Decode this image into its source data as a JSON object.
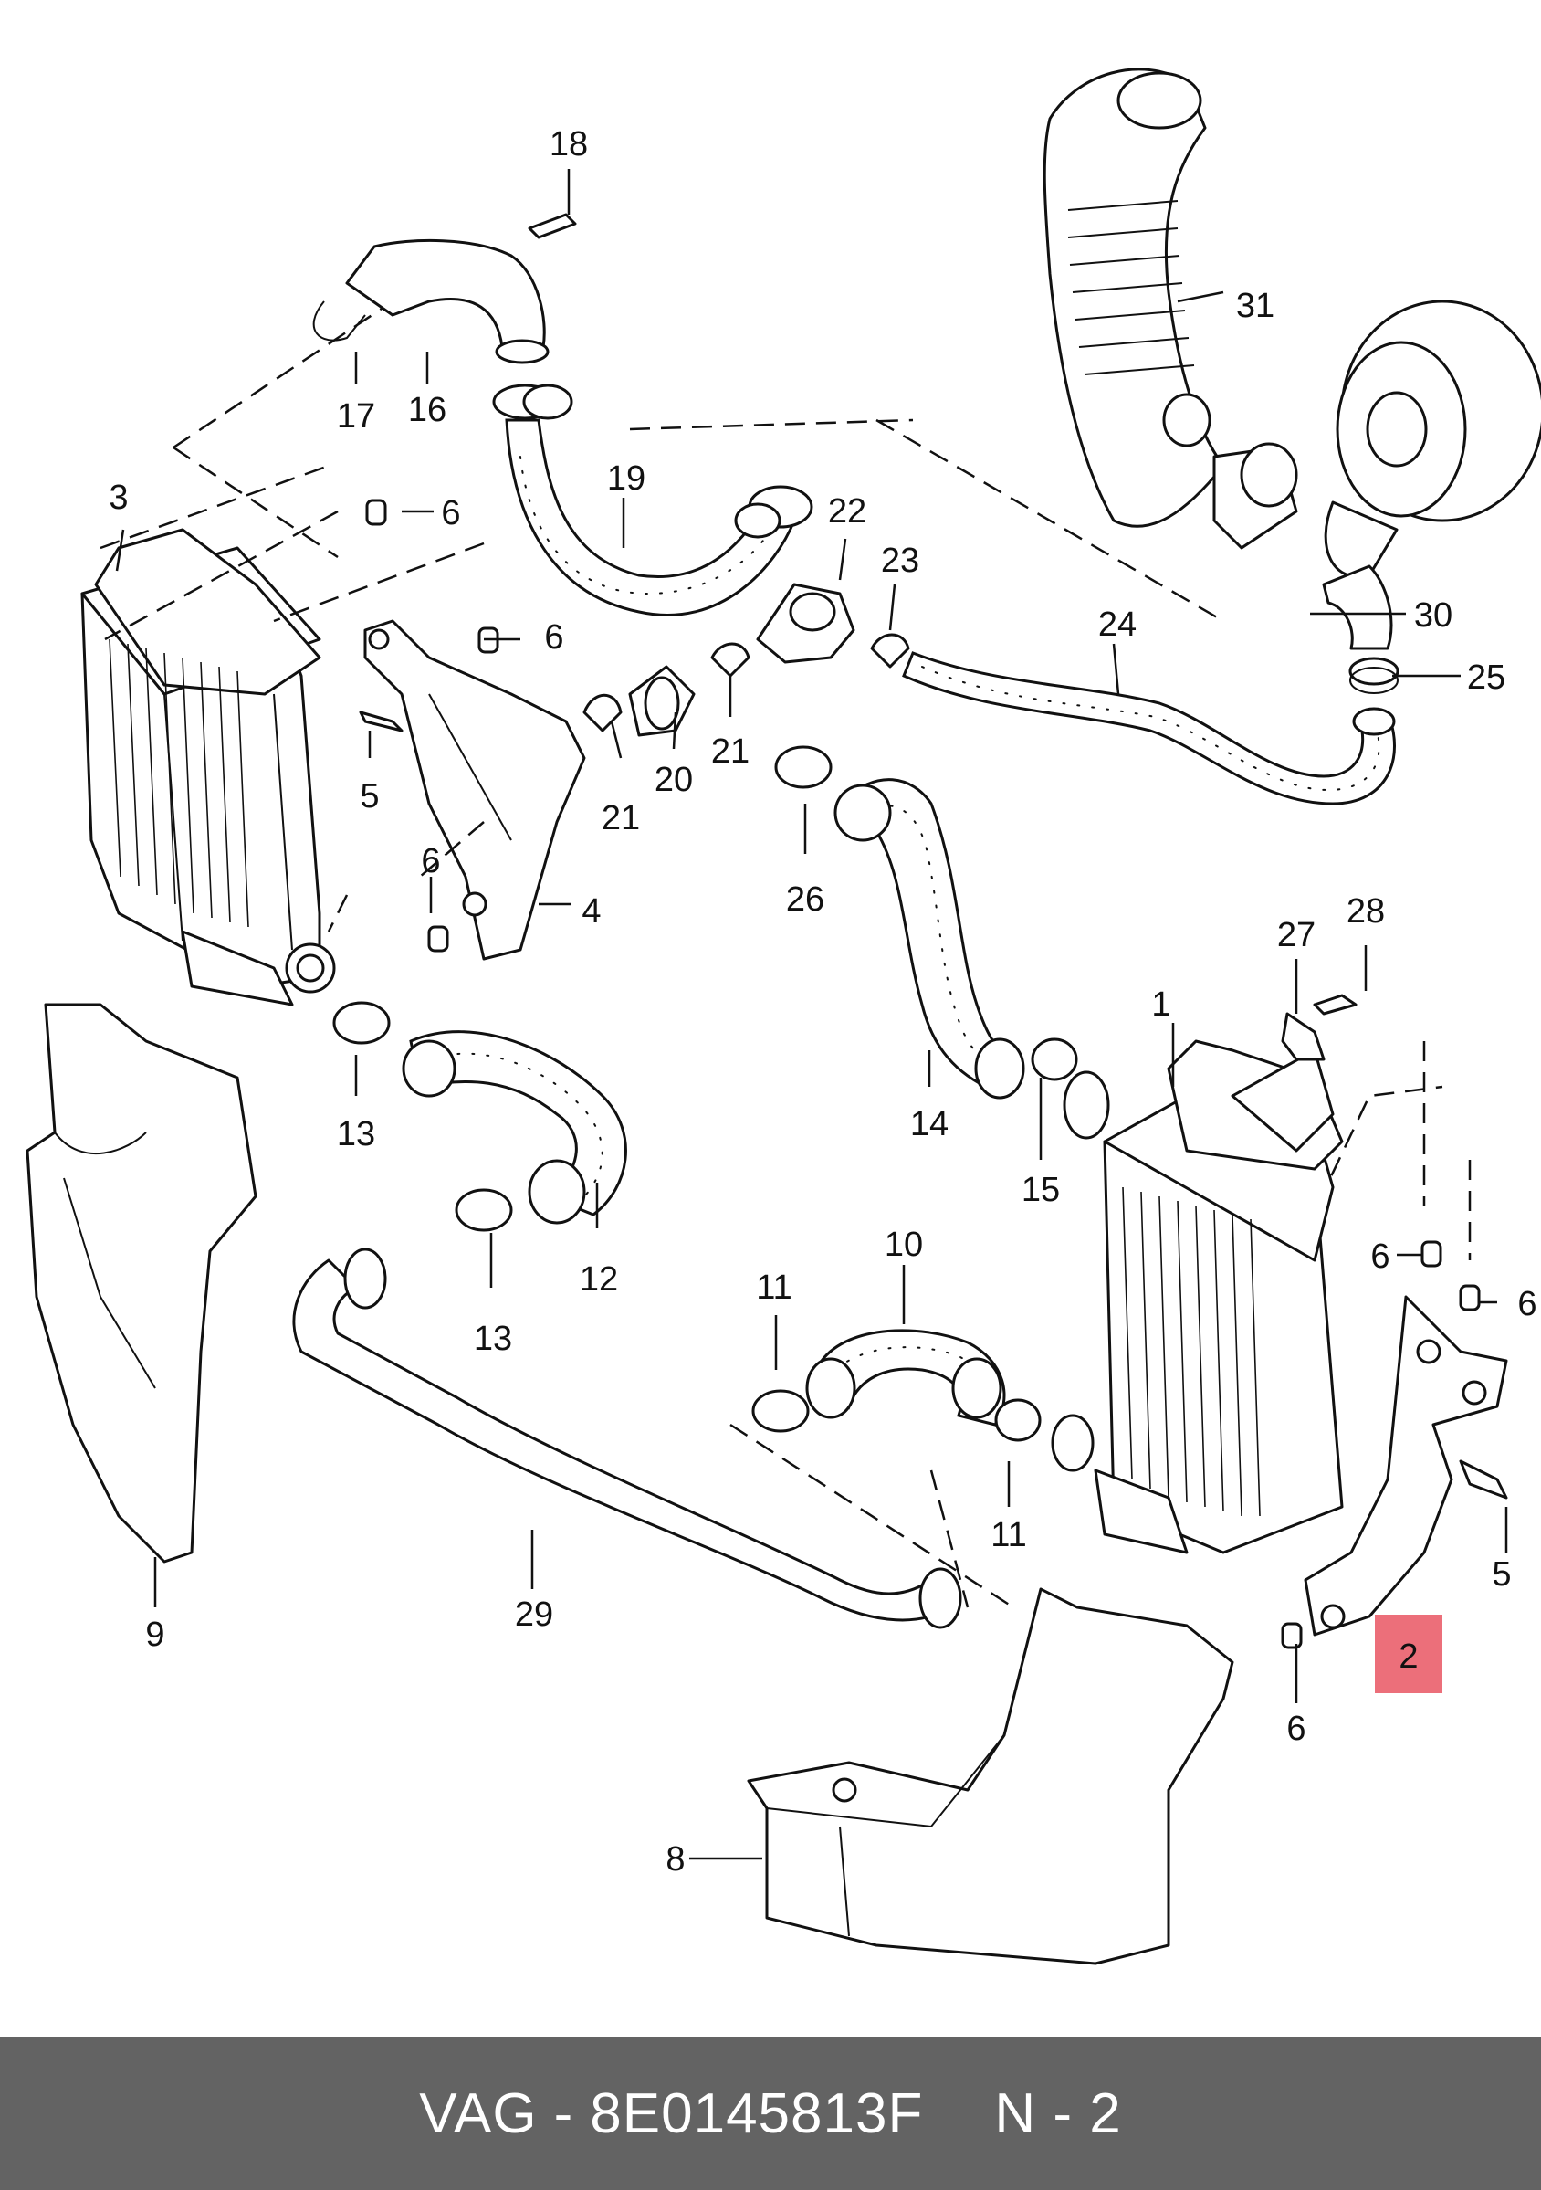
{
  "diagram": {
    "callouts": [
      {
        "id": "c1",
        "text": "1"
      },
      {
        "id": "c2",
        "text": "2"
      },
      {
        "id": "c3",
        "text": "3"
      },
      {
        "id": "c4",
        "text": "4"
      },
      {
        "id": "c5a",
        "text": "5"
      },
      {
        "id": "c5b",
        "text": "5"
      },
      {
        "id": "c6a",
        "text": "6"
      },
      {
        "id": "c6b",
        "text": "6"
      },
      {
        "id": "c6c",
        "text": "6"
      },
      {
        "id": "c6d",
        "text": "6"
      },
      {
        "id": "c6e",
        "text": "6"
      },
      {
        "id": "c6f",
        "text": "6"
      },
      {
        "id": "c8",
        "text": "8"
      },
      {
        "id": "c9",
        "text": "9"
      },
      {
        "id": "c10",
        "text": "10"
      },
      {
        "id": "c11a",
        "text": "11"
      },
      {
        "id": "c11b",
        "text": "11"
      },
      {
        "id": "c12",
        "text": "12"
      },
      {
        "id": "c13a",
        "text": "13"
      },
      {
        "id": "c13b",
        "text": "13"
      },
      {
        "id": "c14",
        "text": "14"
      },
      {
        "id": "c15",
        "text": "15"
      },
      {
        "id": "c16",
        "text": "16"
      },
      {
        "id": "c17",
        "text": "17"
      },
      {
        "id": "c18",
        "text": "18"
      },
      {
        "id": "c19",
        "text": "19"
      },
      {
        "id": "c20",
        "text": "20"
      },
      {
        "id": "c21a",
        "text": "21"
      },
      {
        "id": "c21b",
        "text": "21"
      },
      {
        "id": "c22",
        "text": "22"
      },
      {
        "id": "c23",
        "text": "23"
      },
      {
        "id": "c24",
        "text": "24"
      },
      {
        "id": "c25",
        "text": "25"
      },
      {
        "id": "c26",
        "text": "26"
      },
      {
        "id": "c27",
        "text": "27"
      },
      {
        "id": "c28",
        "text": "28"
      },
      {
        "id": "c29",
        "text": "29"
      },
      {
        "id": "c30",
        "text": "30"
      },
      {
        "id": "c31",
        "text": "31"
      }
    ],
    "highlight": {
      "callout": "c2",
      "color": "#ec6f7a"
    }
  },
  "footer": {
    "brand": "VAG",
    "separator": "-",
    "part_number": "8E0145813F",
    "position": "N - 2",
    "background": "#636363",
    "text_color": "#ffffff"
  }
}
